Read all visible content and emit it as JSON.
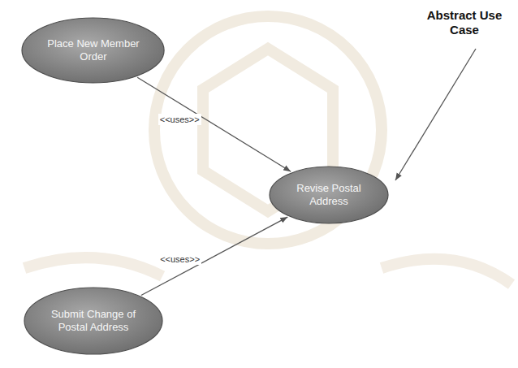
{
  "diagram": {
    "nodes": [
      {
        "text": [
          "Place New Member Order"
        ]
      },
      {
        "text": [
          "Revise Postal Address"
        ]
      },
      {
        "text": [
          "Submit Change of Postal Address"
        ]
      }
    ],
    "edges": [
      {
        "from": 0,
        "to": 1,
        "arrow": "to",
        "label": "<<uses>>"
      },
      {
        "from": 2,
        "to": 1,
        "arrow": "to",
        "label": "<<uses>>"
      }
    ],
    "labels": [
      "Abstract Use Case"
    ]
  }
}
